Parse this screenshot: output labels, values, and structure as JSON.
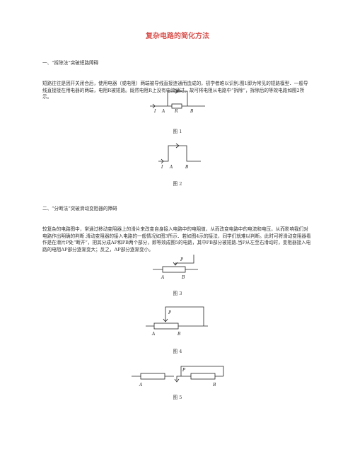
{
  "title": "复杂电路的简化方法",
  "section1": {
    "heading": "一、“拆除法”突破短路障碍",
    "body": "短路往往是因开关闭合后，使用电器（或电阻）两端被导线直接连通而造成的，初学者难以识别.图1即为常见的短路模型．一般导线直接接在用电器的两端，电阻R被短路。既然电阻R上没有电流通过，故可将电阻从电路中“拆除”，拆除后的等效电路如图2所示。"
  },
  "figures": {
    "fig1": {
      "caption": "图 1",
      "labels": {
        "i": "I",
        "a": "A",
        "r": "R",
        "b": "B"
      }
    },
    "fig2": {
      "caption": "图 2",
      "labels": {
        "i": "I",
        "a": "A",
        "b": "B"
      }
    },
    "fig3": {
      "caption": "图 3",
      "labels": {
        "p": "P",
        "a": "A",
        "b": "B"
      }
    },
    "fig4": {
      "caption": "图 4",
      "labels": {
        "p": "P",
        "a": "A",
        "b": "B"
      }
    },
    "fig5": {
      "caption": "图 5",
      "labels": {
        "p": "P",
        "a": "A",
        "b": "B"
      }
    }
  },
  "section2": {
    "heading": "二、“分断法”突破滑动变阻器的障碍",
    "body": "较复杂的电路图中，常通过移动变阻器上的滑片来改变自身接入电路中的电阻值，从而改变电路中的电流和电压，从而影响我们对电路作出明确的判断.滑动变阻器的接入电路的一般情况如图3所示．若如图4示的接法，同学们就难以判断。此时可将滑动变阻器看作是在滑片P处“断开”，把其分成AP和PB两个部分，即等效成图5的电路，其中PB部分被短路.当P从左至右滑动时，变阻器接入电路的电阻AP部分逐渐变大；反之，AP部分逐渐变小。"
  }
}
